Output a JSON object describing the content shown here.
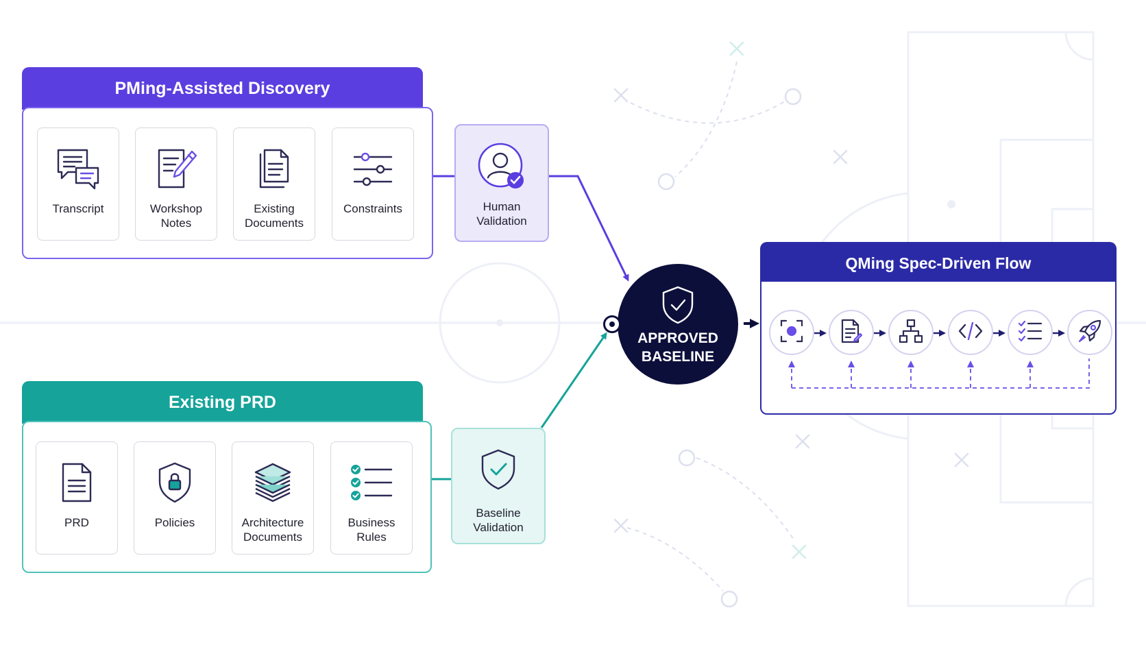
{
  "discovery": {
    "title": "PMing-Assisted Discovery",
    "color": "#5b3ee0",
    "cards": [
      {
        "label": "Transcript",
        "icon": "chat-bubbles-icon"
      },
      {
        "label": "Workshop Notes",
        "icon": "notes-pen-icon"
      },
      {
        "label": "Existing Documents",
        "icon": "documents-icon"
      },
      {
        "label": "Constraints",
        "icon": "sliders-icon"
      }
    ],
    "validation": {
      "label": "Human Validation",
      "icon": "user-check-icon"
    }
  },
  "existing_prd": {
    "title": "Existing PRD",
    "color": "#15a39a",
    "cards": [
      {
        "label": "PRD",
        "icon": "document-icon"
      },
      {
        "label": "Policies",
        "icon": "shield-lock-icon"
      },
      {
        "label": "Architecture Documents",
        "icon": "layers-icon"
      },
      {
        "label": "Business Rules",
        "icon": "checklist-icon"
      }
    ],
    "validation": {
      "label": "Baseline Validation",
      "icon": "shield-check-icon"
    }
  },
  "baseline": {
    "line1": "APPROVED",
    "line2": "BASELINE",
    "icon": "shield-check-icon"
  },
  "flow": {
    "title": "QMing Spec-Driven Flow",
    "color": "#2b2aa6",
    "steps": [
      {
        "icon": "focus-target-icon"
      },
      {
        "icon": "spec-document-icon"
      },
      {
        "icon": "hierarchy-icon"
      },
      {
        "icon": "code-icon"
      },
      {
        "icon": "checklist-icon"
      },
      {
        "icon": "rocket-icon"
      }
    ]
  }
}
